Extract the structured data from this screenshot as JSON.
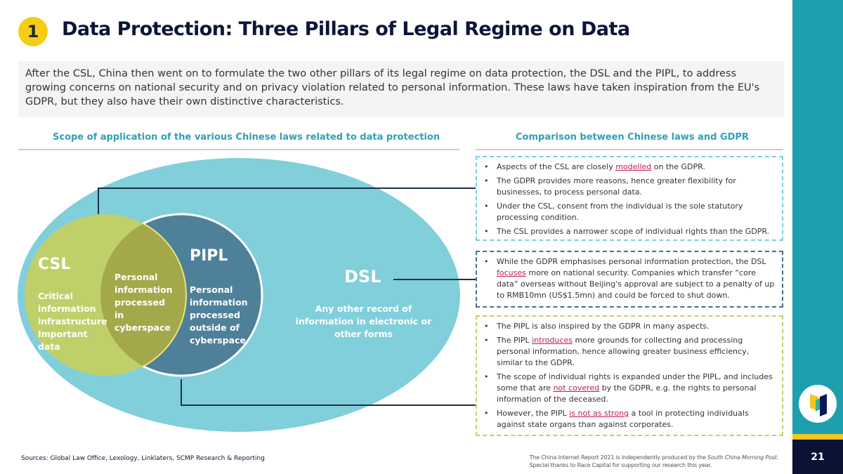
{
  "header": {
    "badge": "1",
    "title": "Data Protection: Three Pillars of Legal Regime on Data"
  },
  "intro": "After the CSL, China then went on to formulate the two other pillars of its legal regime on data protection, the DSL and the PIPL, to address growing concerns on national security and on privacy violation related to personal information. These laws have taken inspiration from the EU's GDPR, but they also have their own distinctive characteristics.",
  "left_heading": "Scope of application of the various Chinese laws related to data protection",
  "right_heading": "Comparison between Chinese laws and GDPR",
  "venn": {
    "csl": {
      "title": "CSL",
      "body": "Critical information infrastructure Important data"
    },
    "overlap": "Personal information processed in cyberspace",
    "pipl": {
      "title": "PIPL",
      "body": "Personal information processed outside of cyberspace"
    },
    "dsl": {
      "title": "DSL",
      "body": "Any other record of information in electronic or other forms"
    },
    "colors": {
      "dsl": "#80cfdb",
      "csl": "#bfd06a",
      "pipl": "#4e8099",
      "overlap": "#a3a94a"
    }
  },
  "boxes": {
    "csl": [
      {
        "pre": "Aspects of the CSL are closely ",
        "hl": "modelled",
        "post": " on the GDPR."
      },
      {
        "pre": "The GDPR provides more reasons, hence greater flexibility for businesses, to process personal data.",
        "hl": "",
        "post": ""
      },
      {
        "pre": "Under the CSL, consent from the individual is the sole statutory processing condition.",
        "hl": "",
        "post": ""
      },
      {
        "pre": "The CSL provides a narrower scope of individual rights than the GDPR.",
        "hl": "",
        "post": ""
      }
    ],
    "dsl": [
      {
        "pre": "While the GDPR emphasises personal information protection, the DSL ",
        "hl": "focuses",
        "post": " more on national security. Companies which transfer “core data” overseas without Beijing's approval are subject to a penalty of up to RMB10mn (US$1.5mn) and could be forced to shut down."
      }
    ],
    "pipl": [
      {
        "pre": "The PIPL is also inspired by the GDPR in many aspects.",
        "hl": "",
        "post": ""
      },
      {
        "pre": "The PIPL ",
        "hl": "introduces",
        "post": " more grounds for collecting and processing personal information, hence allowing greater business efficiency, similar to the GDPR."
      },
      {
        "pre": "The scope of individual rights is expanded under the PIPL, and includes some that are ",
        "hl": "not covered",
        "post": " by the GDPR, e.g. the rights to personal information of the deceased."
      },
      {
        "pre": "However, the PIPL ",
        "hl": "is not as strong",
        "post": " a tool in protecting individuals against state organs than against corporates."
      }
    ]
  },
  "footer": {
    "sources": "Sources: Global Law Office, Lexology, Linklaters, SCMP Research & Reporting",
    "credit_pre": "The China Internet Report 2021 is independently produced by the ",
    "credit_it": "South China Morning Post",
    "credit_post": ".",
    "credit2": "Special thanks to Race Capital for supporting our research this year.",
    "page": "21"
  }
}
